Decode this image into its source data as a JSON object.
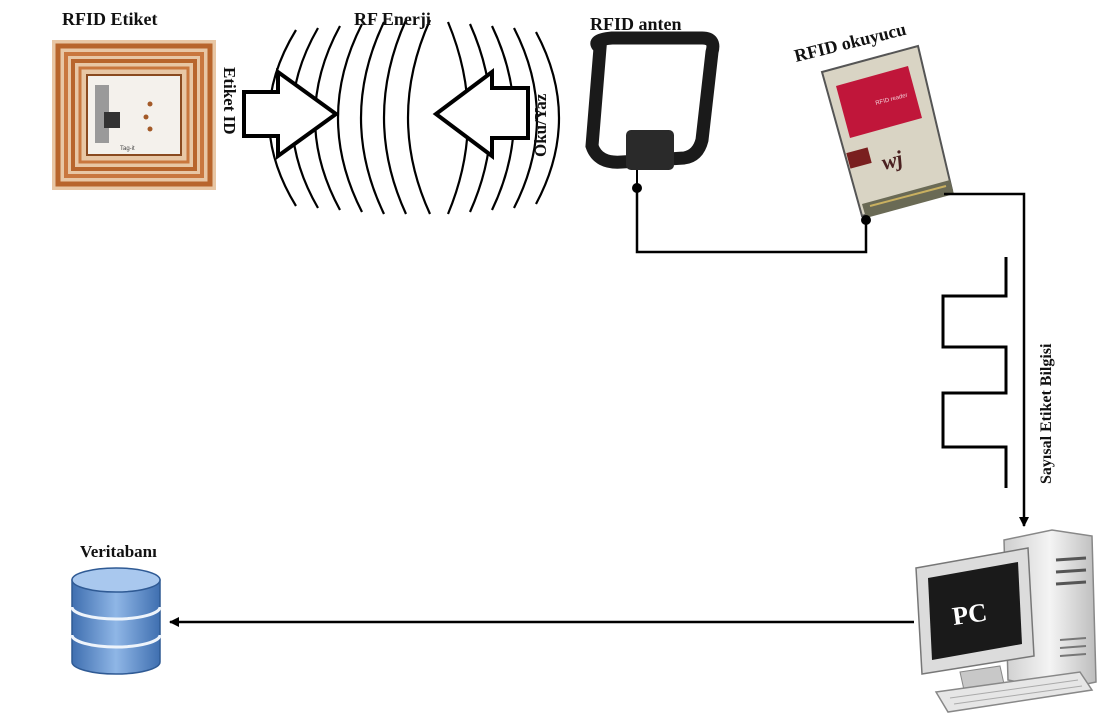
{
  "diagram": {
    "labels": {
      "tag": "RFID Etiket",
      "rf_energy": "RF Enerji",
      "antenna": "RFID anten",
      "reader": "RFID okuyucu",
      "tag_id": "Etiket ID",
      "read_write": "Oku/Yaz",
      "digital_info": "Sayısal Etiket Bilgisi",
      "database": "Veritabanı",
      "pc": "PC"
    },
    "colors": {
      "tag_copper": "#c9773e",
      "tag_copper_dark": "#8a4a20",
      "reader_red": "#c0163a",
      "reader_body": "#d9d4c4",
      "db_blue": "#6f9bd4",
      "db_blue_dark": "#3f6fb0",
      "screen": "#1a1a1a",
      "line": "#000000"
    },
    "icons": [
      "rfid-tag-icon",
      "rf-wave-icon",
      "loop-antenna-icon",
      "pcmcia-reader-icon",
      "digital-signal-icon",
      "database-icon",
      "desktop-pc-icon"
    ]
  }
}
